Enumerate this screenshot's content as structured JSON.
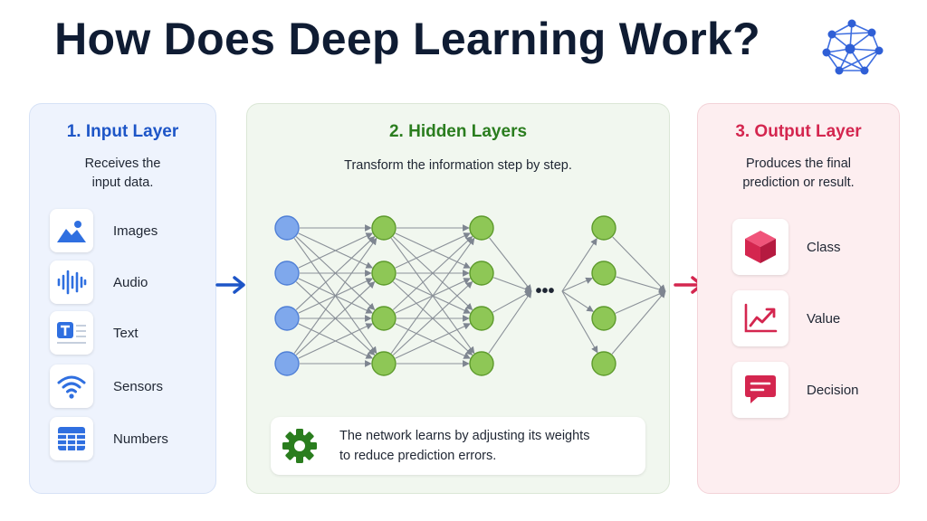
{
  "title": "How Does Deep Learning Work?",
  "colors": {
    "input_accent": "#1d55c7",
    "hidden_accent": "#2a7d1e",
    "output_accent": "#d4264f",
    "input_node": "#7fa8ec",
    "hidden_node": "#8ec756"
  },
  "input_layer": {
    "title": "1. Input Layer",
    "description_lines": [
      "Receives the",
      "input data."
    ],
    "items": [
      {
        "label": "Images",
        "icon": "image-icon"
      },
      {
        "label": "Audio",
        "icon": "audio-waveform-icon"
      },
      {
        "label": "Text",
        "icon": "text-document-icon"
      },
      {
        "label": "Sensors",
        "icon": "wifi-sensor-icon"
      },
      {
        "label": "Numbers",
        "icon": "table-grid-icon"
      }
    ]
  },
  "hidden_layers": {
    "title": "2. Hidden Layers",
    "description": "Transform the information step by step.",
    "ellipsis": "•••",
    "note_lines": [
      "The network learns by adjusting its weights",
      "to reduce prediction errors."
    ]
  },
  "output_layer": {
    "title": "3. Output Layer",
    "description_lines": [
      "Produces the final",
      "prediction or result."
    ],
    "items": [
      {
        "label": "Class",
        "icon": "cube-icon"
      },
      {
        "label": "Value",
        "icon": "line-chart-icon"
      },
      {
        "label": "Decision",
        "icon": "chat-bubble-icon"
      }
    ]
  }
}
